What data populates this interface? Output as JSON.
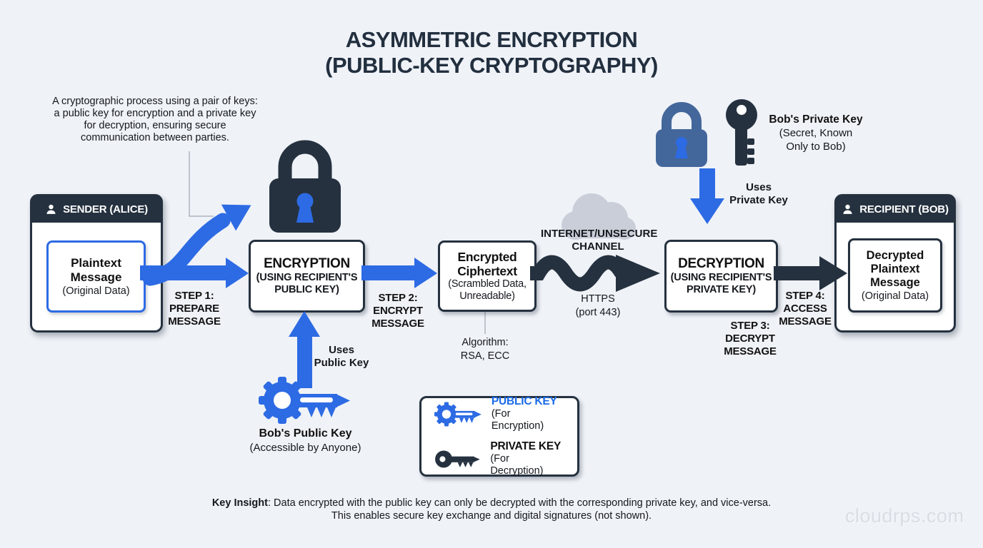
{
  "title": {
    "line1": "ASYMMETRIC ENCRYPTION",
    "line2": "(PUBLIC-KEY CRYPTOGRAPHY)"
  },
  "description": "A cryptographic process using a pair of keys:\na public key for encryption and a private key\nfor decryption, ensuring secure\ncommunication between parties.",
  "sender": {
    "header": "SENDER (ALICE)",
    "message_title": "Plaintext\nMessage",
    "message_sub": "(Original Data)"
  },
  "recipient": {
    "header": "RECIPIENT (BOB)",
    "message_title": "Decrypted\nPlaintext\nMessage",
    "message_sub": "(Original Data)"
  },
  "process": {
    "encryption_title": "ENCRYPTION",
    "encryption_sub": "(USING RECIPIENT'S\nPUBLIC KEY)",
    "ciphertext_title": "Encrypted\nCiphertext",
    "ciphertext_sub": "(Scrambled Data,\nUnreadable)",
    "algorithm": "Algorithm:\nRSA, ECC",
    "decryption_title": "DECRYPTION",
    "decryption_sub": "(USING RECIPIENT'S\nPRIVATE KEY)"
  },
  "steps": {
    "step1": "STEP 1:\nPREPARE\nMESSAGE",
    "step2": "STEP 2:\nENCRYPT\nMESSAGE",
    "step3": "STEP 3:\nDECRYPT\nMESSAGE",
    "step4": "STEP 4:\nACCESS\nMESSAGE"
  },
  "channel": {
    "label": "INTERNET/UNSECURE\nCHANNEL",
    "protocol": "HTTPS\n(port 443)"
  },
  "keys": {
    "public_label": "Bob's Public Key",
    "public_sub": "(Accessible by Anyone)",
    "uses_public": "Uses\nPublic Key",
    "private_label": "Bob's Private Key",
    "private_sub": "(Secret, Known\nOnly to Bob)",
    "uses_private": "Uses\nPrivate Key"
  },
  "legend": {
    "public_title": "PUBLIC KEY",
    "public_sub": "(For Encryption)",
    "private_title": "PRIVATE KEY",
    "private_sub": "(For Decryption)"
  },
  "insight": {
    "label": "Key Insight",
    "text": ": Data encrypted with the public key can only be decrypted with the corresponding private key, and vice-versa.",
    "line2": "This enables secure key exchange and digital signatures (not shown)."
  },
  "watermark": "cloudrps.com",
  "icons": {
    "sender_header": "person-icon",
    "recipient_header": "person-icon",
    "encryption": "padlock-icon",
    "private_lock": "padlock-icon",
    "private_key": "key-icon",
    "public_key": "gear-key-icon",
    "channel": "cloud-icon"
  },
  "colors": {
    "accent_blue": "#2D6BE4",
    "dark_navy": "#25313F",
    "slate_blue": "#44679B",
    "cloud_gray": "#C9CED8",
    "background": "#EFF2F7",
    "legend_public_blue": "#1A6BE8"
  }
}
